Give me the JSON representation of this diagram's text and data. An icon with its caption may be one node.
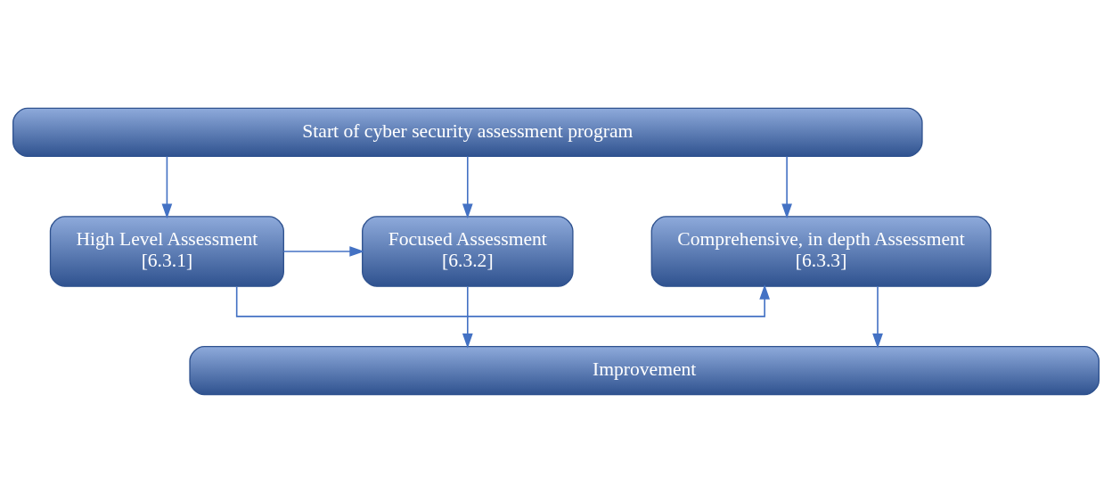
{
  "diagram": {
    "nodes": [
      {
        "text": [
          "Start of cyber security assessment program"
        ]
      },
      {
        "text": [
          "High Level Assessment",
          "[6.3.1]"
        ]
      },
      {
        "text": [
          "Focused Assessment",
          "[6.3.2]"
        ]
      },
      {
        "text": [
          "Comprehensive, in depth Assessment",
          "[6.3.3]"
        ]
      },
      {
        "text": [
          "Improvement"
        ]
      }
    ],
    "edges": [
      {
        "from": 0,
        "to": 2,
        "arrow": "to"
      },
      {
        "from": 0,
        "to": 1,
        "arrow": "to"
      },
      {
        "from": 0,
        "to": 3,
        "arrow": "to"
      },
      {
        "from": 1,
        "to": 2,
        "arrow": "to"
      },
      {
        "from": 1,
        "to": 3,
        "arrow": "to"
      },
      {
        "from": 2,
        "to": 4,
        "arrow": "to"
      },
      {
        "from": 3,
        "to": 4,
        "arrow": "to"
      }
    ]
  }
}
